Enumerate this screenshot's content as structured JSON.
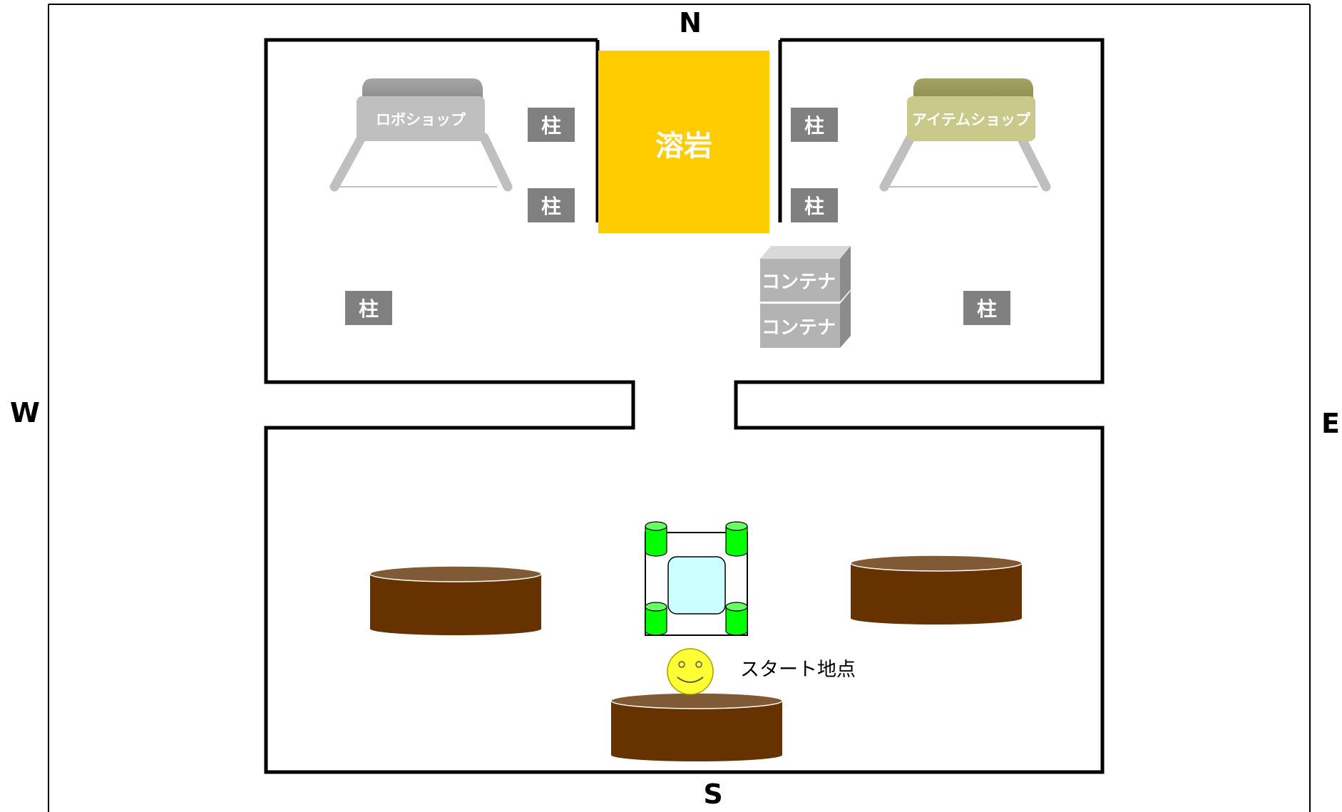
{
  "compass": {
    "north": "N",
    "south": "S",
    "east": "E",
    "west": "W"
  },
  "labels": {
    "lava": "溶岩",
    "pillar": "柱",
    "robo_shop": "ロボショップ",
    "item_shop": "アイテムショップ",
    "container": "コンテナ",
    "start_point": "スタート地点"
  },
  "colors": {
    "lava": "#ffcc00",
    "pillar": "#808080",
    "robo_shop": "#bfbfbf",
    "item_shop": "#c9c98a",
    "container": "#b3b3b3",
    "platform": "#663300",
    "cylinder_green": "#00ff00",
    "vehicle_body": "#ccffff",
    "smiley": "#ffff33"
  },
  "icons": {
    "start_marker": "smiley-face-icon",
    "vehicle": "robot-vehicle-icon"
  }
}
